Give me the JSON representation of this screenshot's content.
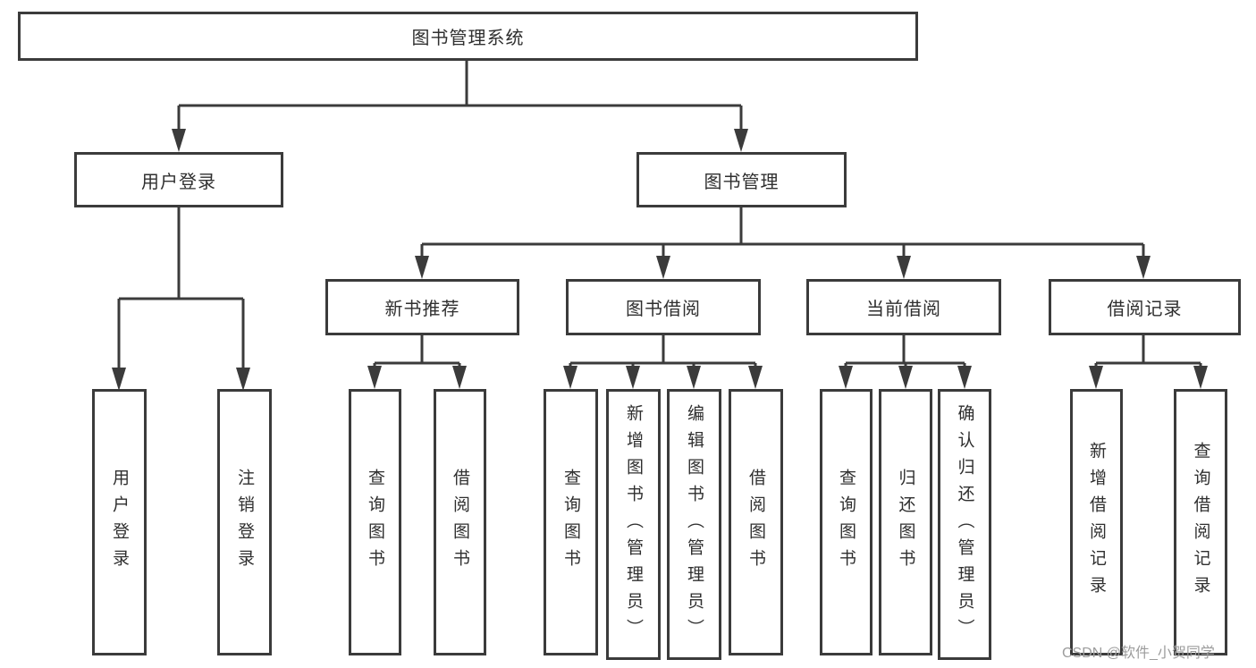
{
  "title": "图书管理系统",
  "nodes": {
    "root": "图书管理系统",
    "user_login": "用户登录",
    "book_management": "图书管理",
    "new_book_recommend": "新书推荐",
    "book_borrow": "图书借阅",
    "current_borrow": "当前借阅",
    "borrow_records": "借阅记录",
    "leaves": {
      "login": "用户登录",
      "logout": "注销登录",
      "recommend_query_books": "查询图书",
      "recommend_borrow_books": "借阅图书",
      "borrow_query_books": "查询图书",
      "borrow_add_books_admin": "新增图书（管理员）",
      "borrow_edit_books_admin": "编辑图书（管理员）",
      "borrow_borrow_books": "借阅图书",
      "current_query_books": "查询图书",
      "current_return_books": "归还图书",
      "current_confirm_return_admin": "确认归还（管理员）",
      "records_add": "新增借阅记录",
      "records_query": "查询借阅记录"
    }
  },
  "watermark": "CSDN @软件_小贺同学",
  "colors": {
    "line": "#3b3b3b",
    "text": "#2f2f2f",
    "watermark": "#9c9c9c",
    "background": "#ffffff"
  }
}
